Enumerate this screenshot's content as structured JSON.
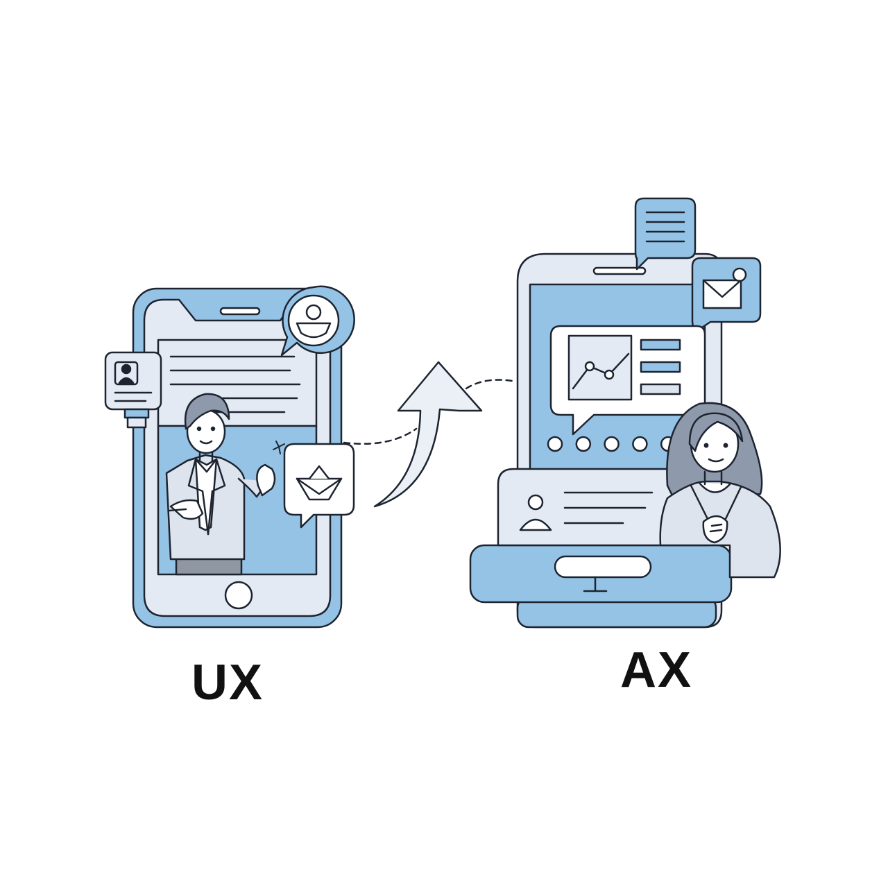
{
  "labels": {
    "left": "UX",
    "right": "AX"
  },
  "colors": {
    "accent": "#95c3e6",
    "panel": "#e3eaf4",
    "outline": "#1d2430",
    "hair": "#8e9aab",
    "clothing": "#dde4ed",
    "pants": "#8f97a3",
    "background": "#ffffff"
  },
  "icons": {
    "left_scene": [
      "smartphone-icon",
      "id-card-icon",
      "profile-chat-bubble-icon",
      "sparkle-icon",
      "envelope-chat-bubble-icon",
      "person-icon"
    ],
    "right_scene": [
      "tablet-icon",
      "document-chat-bubble-icon",
      "mail-notification-icon",
      "line-chart-icon",
      "pagination-dots-icon",
      "user-profile-card-icon",
      "monitor-keyboard-icon",
      "person-icon"
    ],
    "connector": [
      "curved-arrow-icon",
      "dashed-connector-icon"
    ]
  },
  "carousel": {
    "dot_count": 6
  }
}
